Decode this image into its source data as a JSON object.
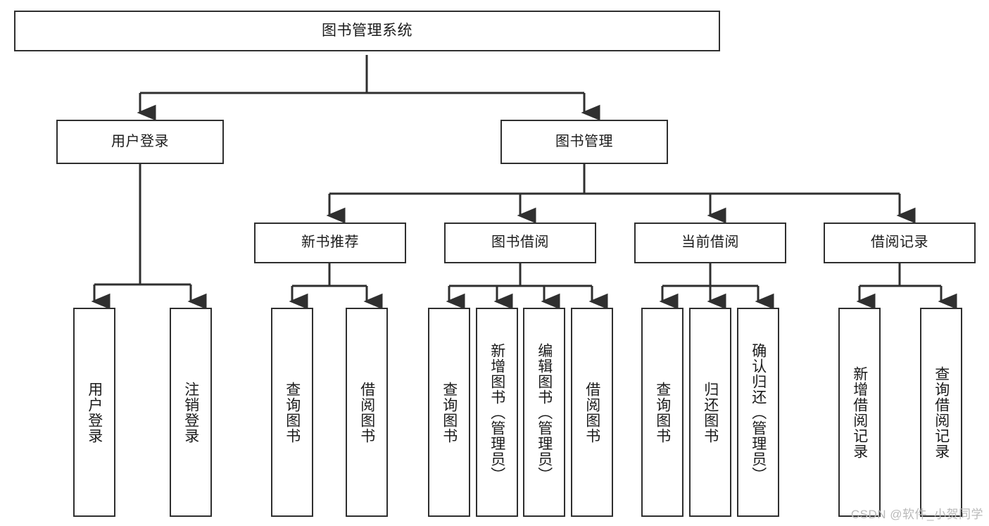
{
  "diagram": {
    "title": "图书管理系统",
    "type": "tree-hierarchy-diagram",
    "colors": {
      "stroke": "#2f2f2f",
      "fill": "#ffffff",
      "text": "#1b1b1b",
      "watermark": "#b9b9b9"
    },
    "root": {
      "label": "图书管理系统"
    },
    "level2": [
      {
        "label": "用户登录"
      },
      {
        "label": "图书管理"
      }
    ],
    "level3": [
      {
        "label": "新书推荐"
      },
      {
        "label": "图书借阅"
      },
      {
        "label": "当前借阅"
      },
      {
        "label": "借阅记录"
      }
    ],
    "leaves": {
      "user_login": [
        {
          "label": "用户登录"
        },
        {
          "label": "注销登录"
        }
      ],
      "new_book_recommend": [
        {
          "label": "查询图书"
        },
        {
          "label": "借阅图书"
        }
      ],
      "book_borrow": [
        {
          "label": "查询图书"
        },
        {
          "label": "新增图书（管理员）"
        },
        {
          "label": "编辑图书（管理员）"
        },
        {
          "label": "借阅图书"
        }
      ],
      "current_borrow": [
        {
          "label": "查询图书"
        },
        {
          "label": "归还图书"
        },
        {
          "label": "确认归还（管理员）"
        }
      ],
      "borrow_record": [
        {
          "label": "新增借阅记录"
        },
        {
          "label": "查询借阅记录"
        }
      ]
    }
  },
  "watermark": {
    "text": "CSDN @软件_小贺同学"
  }
}
